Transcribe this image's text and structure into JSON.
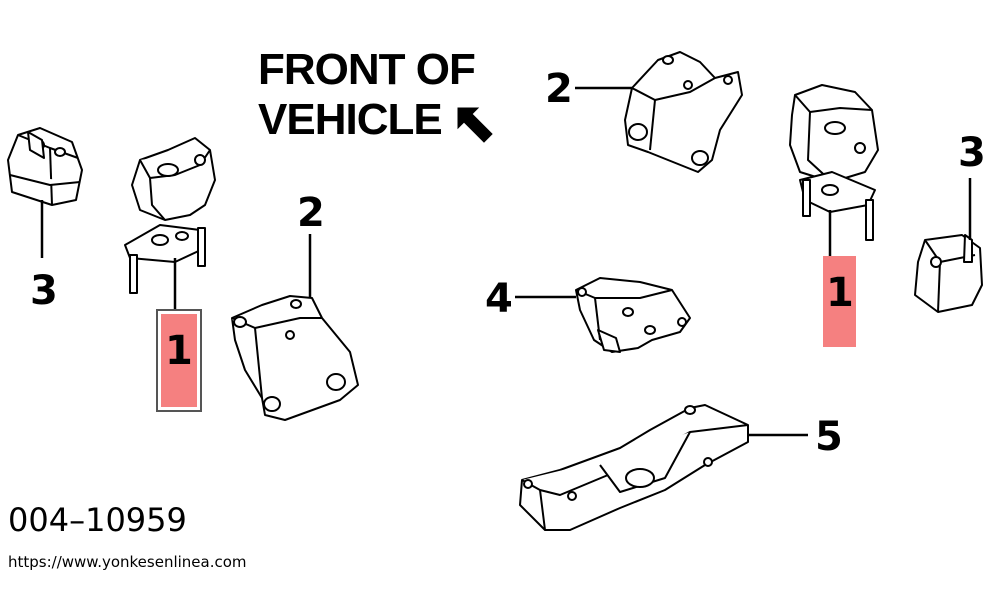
{
  "title": {
    "line1": "FRONT OF",
    "line2": "VEHICLE"
  },
  "callouts": {
    "c1_left": "1",
    "c1_right": "1",
    "c2_left": "2",
    "c2_right": "2",
    "c3_left": "3",
    "c3_right": "3",
    "c4": "4",
    "c5": "5"
  },
  "part_number": "004–10959",
  "website": "https://www.yonkesenlinea.com",
  "colors": {
    "highlight": "#f58080",
    "ink": "#000000"
  }
}
